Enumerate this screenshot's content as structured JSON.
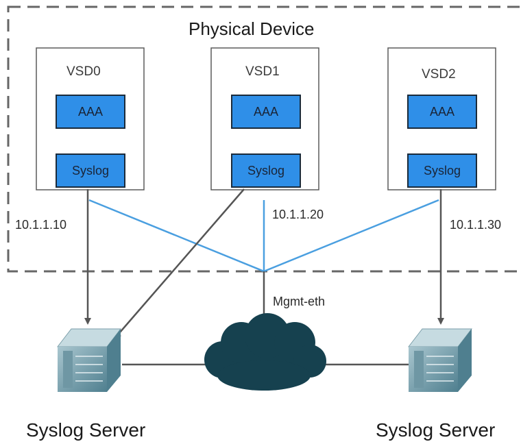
{
  "diagram": {
    "title": "Physical Device",
    "vsds": [
      {
        "name": "VSD0",
        "modules": [
          "AAA",
          "Syslog"
        ],
        "ip": "10.1.1.10"
      },
      {
        "name": "VSD1",
        "modules": [
          "AAA",
          "Syslog"
        ],
        "ip": "10.1.1.20"
      },
      {
        "name": "VSD2",
        "modules": [
          "AAA",
          "Syslog"
        ],
        "ip": "10.1.1.30"
      }
    ],
    "mgmt_port": "Mgmt-eth",
    "servers": [
      {
        "label": "Syslog Server"
      },
      {
        "label": "Syslog Server"
      }
    ],
    "colors": {
      "module_fill": "#2f8fe8",
      "mgmt_link": "#4a9fe0",
      "server_link": "#555555",
      "cloud": "#16414f",
      "server_body": "#5f8e9e",
      "dashed_border": "#666666"
    }
  }
}
